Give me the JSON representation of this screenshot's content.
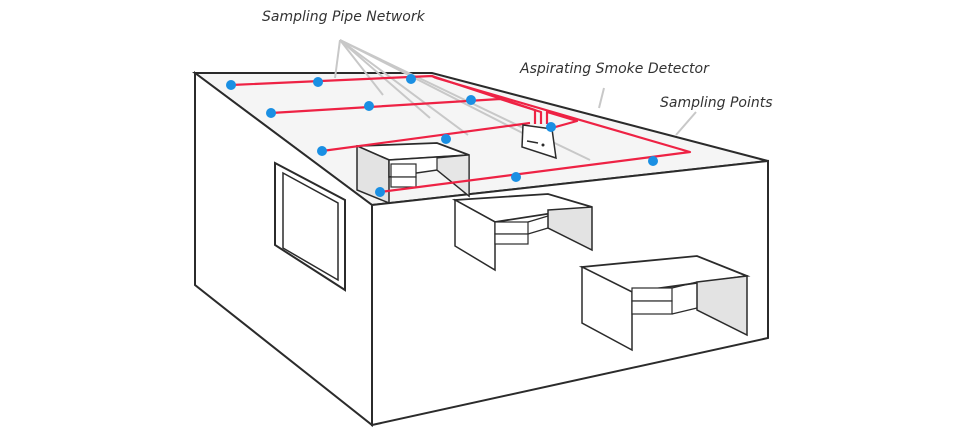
{
  "labels": {
    "pipe_network": "Sampling Pipe Network",
    "detector": "Aspirating Smoke Detector",
    "sampling_points": "Sampling Points"
  },
  "colors": {
    "pipe": "#ee2244",
    "sampling_point": "#1a8fe3",
    "outline": "#2b2b2b",
    "leader": "#c8c8c8",
    "wall_fill": "#ffffff",
    "ceiling_fill": "#f4f4f4",
    "shadow_fill": "#e6e6e6"
  },
  "icons": {
    "detector": "aspirating-detector-unit",
    "sampling_point": "blue-dot"
  }
}
